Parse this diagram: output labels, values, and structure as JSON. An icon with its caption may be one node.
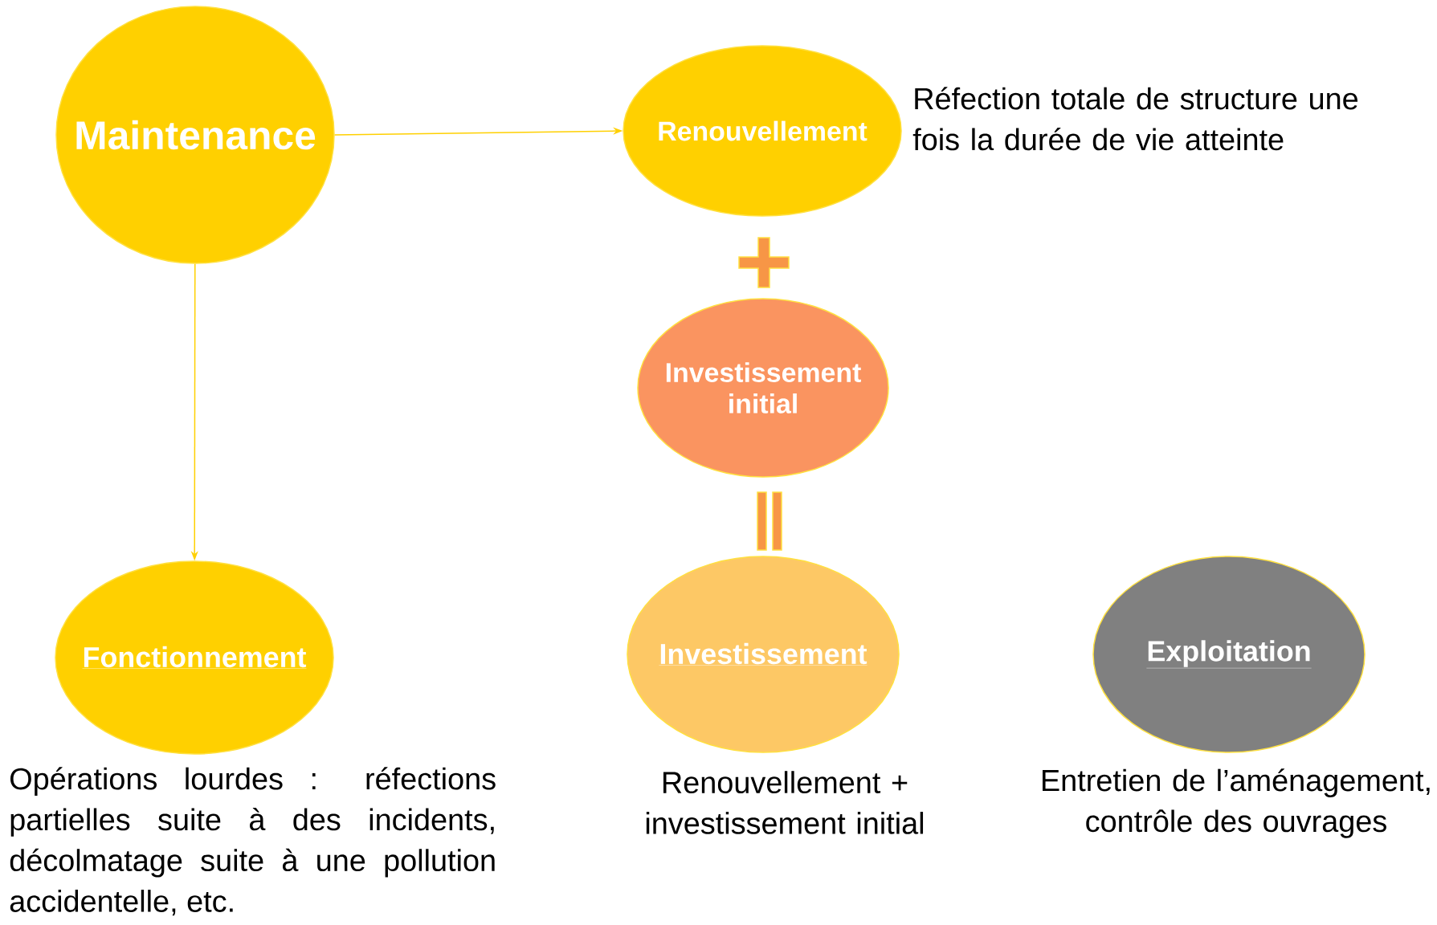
{
  "diagram": {
    "nodes": [
      {
        "text": [
          "Maintenance"
        ]
      },
      {
        "text": [
          "Renouvellement"
        ],
        "beside": [
          "Réfection totale de structure une fois la durée de vie atteinte"
        ]
      },
      {
        "text": [
          "Investissement initial"
        ]
      },
      {
        "text": [
          "Fonctionnement"
        ],
        "beside": [
          "Opérations lourdes : réfections partielles suite à des incidents, décolmatage suite à une pollution accidentelle, etc."
        ]
      },
      {
        "text": [
          "Investissement"
        ],
        "beside": [
          "Renouvellement + investissement initial"
        ]
      },
      {
        "text": [
          "Exploitation"
        ],
        "beside": [
          "Entretien de l’aménagement, contrôle des ouvrages"
        ]
      }
    ],
    "edges": [
      {
        "from": 0,
        "to": 1,
        "arrow": "to"
      },
      {
        "from": 0,
        "to": 3,
        "arrow": "to"
      }
    ]
  }
}
